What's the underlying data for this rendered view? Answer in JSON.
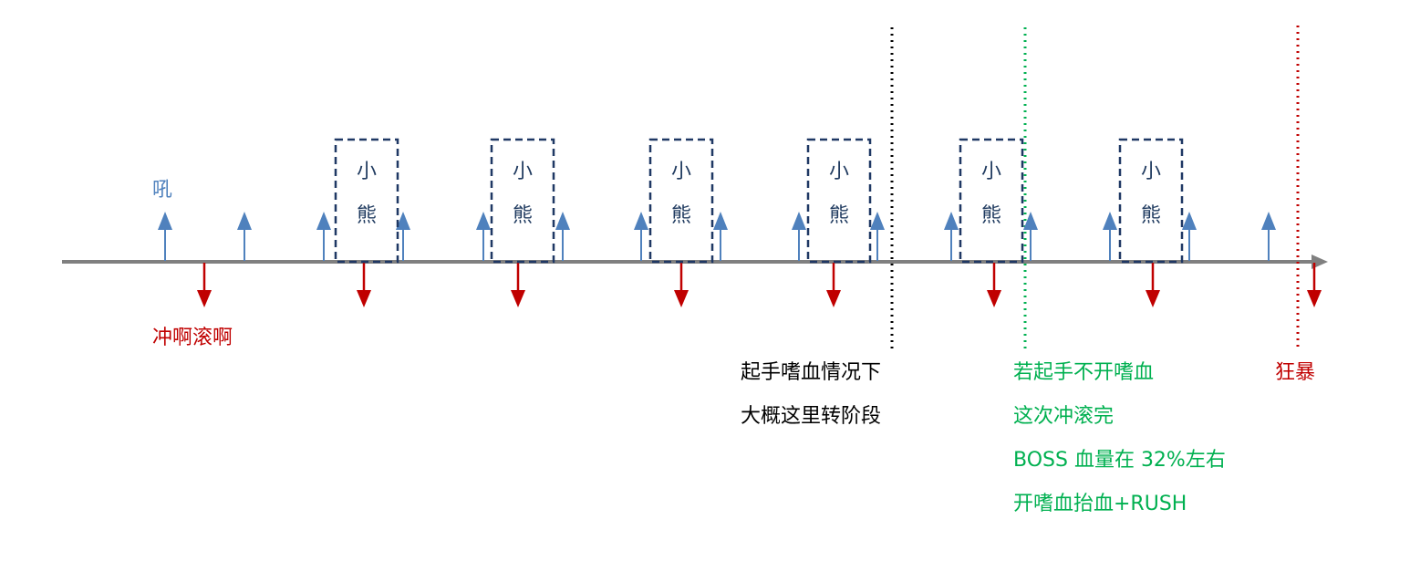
{
  "labels": {
    "roar": "吼",
    "charge": "冲啊滚啊",
    "bear_line1": "小",
    "bear_line2": "熊",
    "black_note": [
      "起手嗜血情况下",
      "大概这里转阶段"
    ],
    "green_note": [
      "若起手不开嗜血",
      "这次冲滚完",
      "BOSS 血量在 32%左右",
      "开嗜血抬血+RUSH"
    ],
    "red_note": "狂暴"
  },
  "colors": {
    "axis": "#808080",
    "up_arrow": "#4f81bd",
    "down_arrow": "#c00000",
    "bear_border": "#1f3864",
    "black_line": "#000000",
    "green_line": "#00b050",
    "red_line": "#c00000",
    "charge_text": "#c00000",
    "roar_text": "#4f81bd",
    "green_text": "#00b050",
    "red_text": "#c00000"
  }
}
